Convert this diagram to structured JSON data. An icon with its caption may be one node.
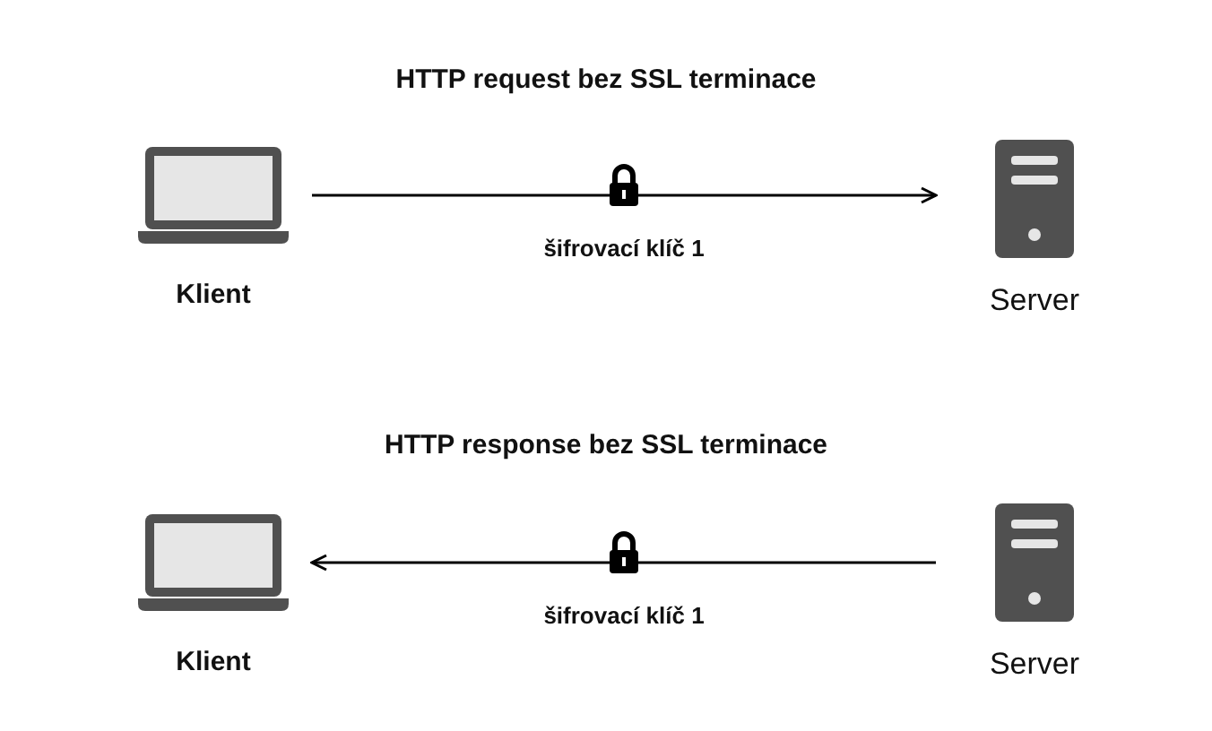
{
  "diagram": {
    "nodes": [
      {
        "text": [
          "Klient"
        ]
      },
      {
        "text": [
          "Server"
        ]
      },
      {
        "text": [
          "Klient"
        ]
      },
      {
        "text": [
          "Server"
        ]
      }
    ],
    "edges": [
      {
        "from": 0,
        "to": 1,
        "arrow": "to",
        "label": "šifrovací klíč 1"
      },
      {
        "from": 3,
        "to": 2,
        "arrow": "to",
        "label": "šifrovací klíč 1"
      }
    ],
    "labels": [
      "HTTP request bez SSL terminace",
      "HTTP response bez SSL terminace"
    ]
  }
}
